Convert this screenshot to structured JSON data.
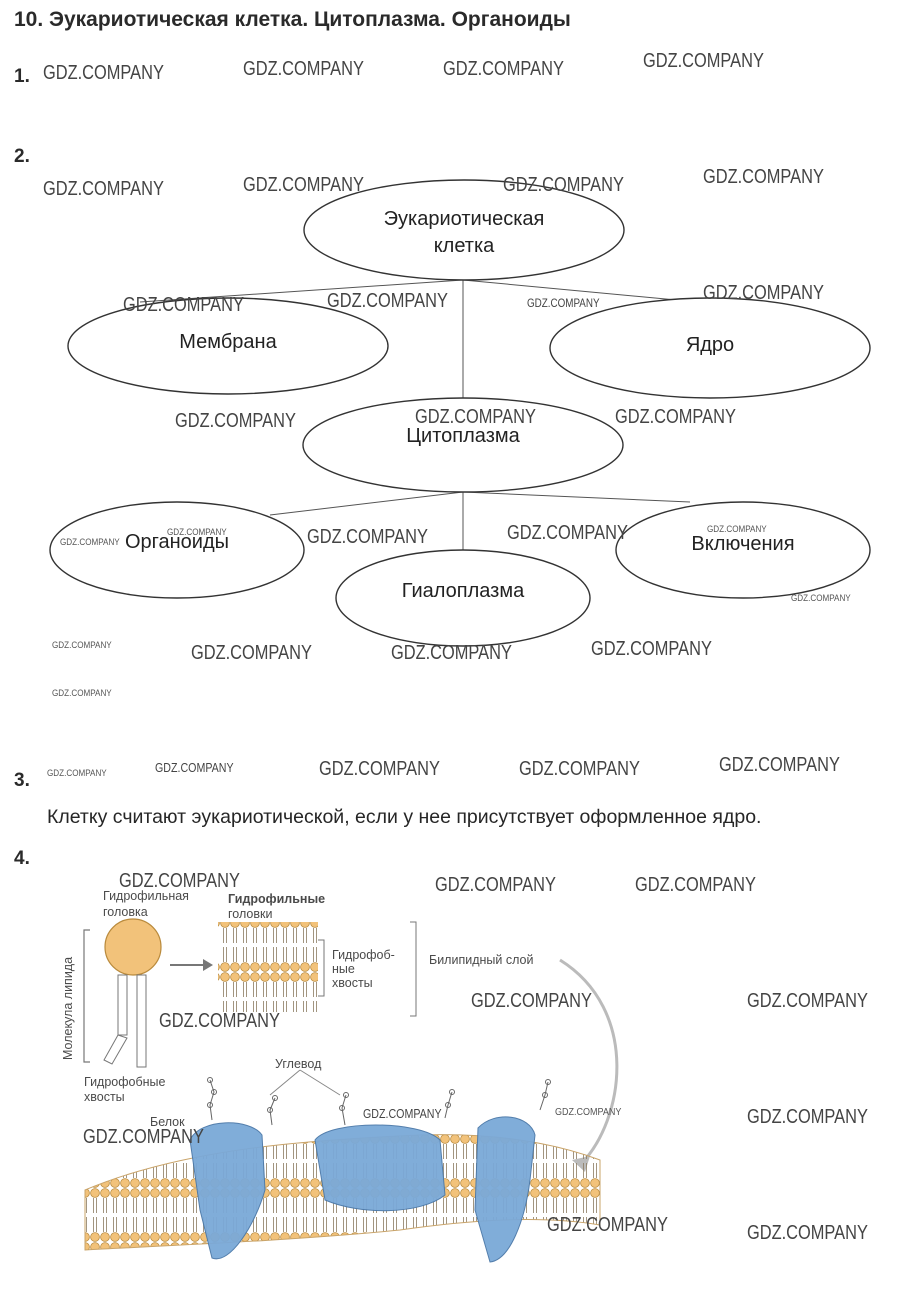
{
  "title": "10. Эукариотическая клетка. Цитоплазма. Органоиды",
  "task_numbers": [
    "1.",
    "2.",
    "3.",
    "4."
  ],
  "watermark": "GDZ.COMPANY",
  "diagram": {
    "root": "Эукариотическая клетка",
    "root_line1": "Эукариотическая",
    "root_line2": "клетка",
    "membrane": "Мембрана",
    "nucleus": "Ядро",
    "cytoplasm": "Цитоплазма",
    "organelles": "Органоиды",
    "hyaloplasm": "Гиалоплазма",
    "inclusions": "Включения"
  },
  "answer3": "Клетку считают эукариотической, если у нее присутствует оформленное ядро.",
  "figure": {
    "hydrophilic_head": [
      "Гидрофильная",
      "головка"
    ],
    "hydrophilic_heads": [
      "Гидрофильные",
      "головки"
    ],
    "hydrophobic_tails_mid": [
      "Гидрофоб-",
      "ные",
      "хвосты"
    ],
    "bilipid_layer": "Билипидный слой",
    "lipid_molecule": "Молекула липида",
    "hydrophobic_tails": [
      "Гидрофобные",
      "хвосты"
    ],
    "carbohydrate": "Углевод",
    "protein": "Белок"
  },
  "colors": {
    "lipid_head": "#f2c27a",
    "lipid_head_stroke": "#b98a3c",
    "protein": "#7aa9d8",
    "protein_stroke": "#4a78a8"
  }
}
